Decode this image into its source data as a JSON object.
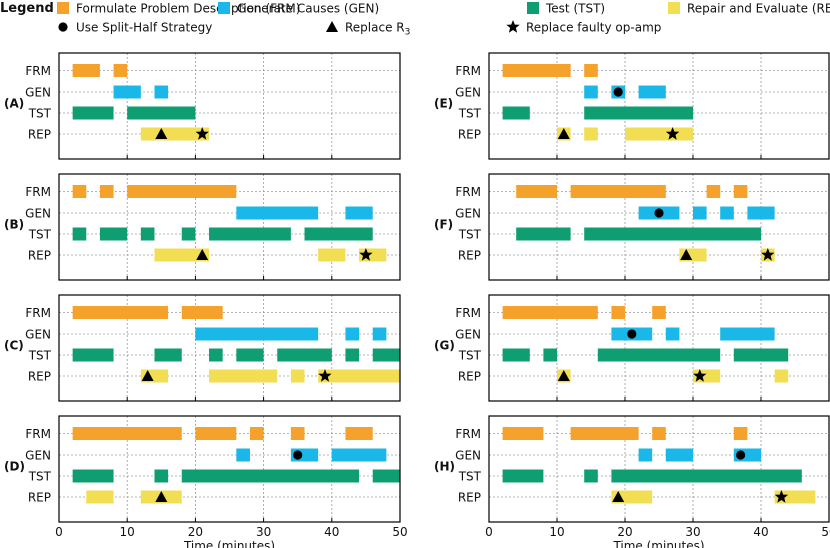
{
  "chart_data": {
    "type": "gantt",
    "xlabel": "Time (minutes)",
    "xlim": [
      0,
      50
    ],
    "xticks": [
      0,
      10,
      20,
      30,
      40,
      50
    ],
    "rows": [
      "FRM",
      "GEN",
      "TST",
      "REP"
    ],
    "grid": true,
    "legend": {
      "title": "Legend",
      "placement": "top",
      "items": [
        {
          "key": "FRM",
          "label": "Formulate Problem Description (FRM)",
          "kind": "box",
          "color": "#f5a22c"
        },
        {
          "key": "GEN",
          "label": "Generate Causes (GEN)",
          "kind": "box",
          "color": "#1ab8e8"
        },
        {
          "key": "TST",
          "label": "Test (TST)",
          "kind": "box",
          "color": "#0f9e72"
        },
        {
          "key": "REP",
          "label": "Repair and Evaluate (REP)",
          "kind": "box",
          "color": "#f2de52"
        },
        {
          "key": "split",
          "label": "Use Split-Half Strategy",
          "kind": "circle",
          "color": "#000000"
        },
        {
          "key": "r3",
          "label": "Replace R",
          "sub": "3",
          "kind": "triangle",
          "color": "#000000"
        },
        {
          "key": "opamp",
          "label": "Replace faulty op-amp",
          "kind": "star",
          "color": "#000000"
        }
      ]
    },
    "panels": [
      {
        "label": "(A)",
        "bars": {
          "FRM": [
            [
              2,
              6
            ],
            [
              8,
              10
            ]
          ],
          "GEN": [
            [
              8,
              12
            ],
            [
              14,
              16
            ]
          ],
          "TST": [
            [
              2,
              8
            ],
            [
              10,
              20
            ]
          ],
          "REP": [
            [
              12,
              22
            ]
          ]
        },
        "markers": [
          {
            "type": "triangle",
            "row": "REP",
            "x": 15
          },
          {
            "type": "star",
            "row": "REP",
            "x": 21
          }
        ]
      },
      {
        "label": "(B)",
        "bars": {
          "FRM": [
            [
              2,
              4
            ],
            [
              6,
              8
            ],
            [
              10,
              26
            ]
          ],
          "GEN": [
            [
              26,
              38
            ],
            [
              42,
              46
            ]
          ],
          "TST": [
            [
              2,
              4
            ],
            [
              6,
              10
            ],
            [
              12,
              14
            ],
            [
              18,
              20
            ],
            [
              22,
              34
            ],
            [
              36,
              46
            ]
          ],
          "REP": [
            [
              14,
              22
            ],
            [
              38,
              42
            ],
            [
              44,
              48
            ]
          ]
        },
        "markers": [
          {
            "type": "triangle",
            "row": "REP",
            "x": 21
          },
          {
            "type": "star",
            "row": "REP",
            "x": 45
          }
        ]
      },
      {
        "label": "(C)",
        "bars": {
          "FRM": [
            [
              2,
              16
            ],
            [
              18,
              24
            ]
          ],
          "GEN": [
            [
              20,
              38
            ],
            [
              42,
              44
            ],
            [
              46,
              48
            ]
          ],
          "TST": [
            [
              2,
              8
            ],
            [
              14,
              18
            ],
            [
              22,
              24
            ],
            [
              26,
              30
            ],
            [
              32,
              40
            ],
            [
              42,
              44
            ],
            [
              46,
              50
            ]
          ],
          "REP": [
            [
              12,
              16
            ],
            [
              22,
              32
            ],
            [
              34,
              36
            ],
            [
              38,
              50
            ]
          ]
        },
        "markers": [
          {
            "type": "triangle",
            "row": "REP",
            "x": 13
          },
          {
            "type": "star",
            "row": "REP",
            "x": 39
          }
        ]
      },
      {
        "label": "(D)",
        "bars": {
          "FRM": [
            [
              2,
              18
            ],
            [
              20,
              26
            ],
            [
              28,
              30
            ],
            [
              34,
              36
            ],
            [
              42,
              46
            ]
          ],
          "GEN": [
            [
              26,
              28
            ],
            [
              34,
              38
            ],
            [
              40,
              48
            ]
          ],
          "TST": [
            [
              2,
              8
            ],
            [
              14,
              16
            ],
            [
              18,
              44
            ],
            [
              46,
              50
            ]
          ],
          "REP": [
            [
              4,
              8
            ],
            [
              12,
              18
            ]
          ]
        },
        "markers": [
          {
            "type": "circle",
            "row": "GEN",
            "x": 35
          },
          {
            "type": "triangle",
            "row": "REP",
            "x": 15
          }
        ]
      },
      {
        "label": "(E)",
        "bars": {
          "FRM": [
            [
              2,
              12
            ],
            [
              14,
              16
            ]
          ],
          "GEN": [
            [
              14,
              16
            ],
            [
              18,
              20
            ],
            [
              22,
              26
            ]
          ],
          "TST": [
            [
              2,
              6
            ],
            [
              14,
              30
            ]
          ],
          "REP": [
            [
              10,
              12
            ],
            [
              14,
              16
            ],
            [
              20,
              30
            ]
          ]
        },
        "markers": [
          {
            "type": "circle",
            "row": "GEN",
            "x": 19
          },
          {
            "type": "triangle",
            "row": "REP",
            "x": 11
          },
          {
            "type": "star",
            "row": "REP",
            "x": 27
          }
        ]
      },
      {
        "label": "(F)",
        "bars": {
          "FRM": [
            [
              4,
              10
            ],
            [
              12,
              26
            ],
            [
              32,
              34
            ],
            [
              36,
              38
            ]
          ],
          "GEN": [
            [
              22,
              28
            ],
            [
              30,
              32
            ],
            [
              34,
              36
            ],
            [
              38,
              42
            ]
          ],
          "TST": [
            [
              4,
              12
            ],
            [
              14,
              40
            ]
          ],
          "REP": [
            [
              28,
              32
            ],
            [
              40,
              42
            ]
          ]
        },
        "markers": [
          {
            "type": "circle",
            "row": "GEN",
            "x": 25
          },
          {
            "type": "triangle",
            "row": "REP",
            "x": 29
          },
          {
            "type": "star",
            "row": "REP",
            "x": 41
          }
        ]
      },
      {
        "label": "(G)",
        "bars": {
          "FRM": [
            [
              2,
              16
            ],
            [
              18,
              20
            ],
            [
              24,
              26
            ]
          ],
          "GEN": [
            [
              18,
              24
            ],
            [
              26,
              28
            ],
            [
              34,
              42
            ]
          ],
          "TST": [
            [
              2,
              6
            ],
            [
              8,
              10
            ],
            [
              16,
              34
            ],
            [
              36,
              44
            ]
          ],
          "REP": [
            [
              10,
              12
            ],
            [
              30,
              34
            ],
            [
              42,
              44
            ]
          ]
        },
        "markers": [
          {
            "type": "circle",
            "row": "GEN",
            "x": 21
          },
          {
            "type": "triangle",
            "row": "REP",
            "x": 11
          },
          {
            "type": "star",
            "row": "REP",
            "x": 31
          }
        ]
      },
      {
        "label": "(H)",
        "bars": {
          "FRM": [
            [
              2,
              8
            ],
            [
              12,
              22
            ],
            [
              24,
              26
            ],
            [
              36,
              38
            ]
          ],
          "GEN": [
            [
              22,
              24
            ],
            [
              26,
              30
            ],
            [
              36,
              40
            ]
          ],
          "TST": [
            [
              2,
              8
            ],
            [
              14,
              16
            ],
            [
              18,
              46
            ]
          ],
          "REP": [
            [
              18,
              24
            ],
            [
              42,
              48
            ]
          ]
        },
        "markers": [
          {
            "type": "circle",
            "row": "GEN",
            "x": 37
          },
          {
            "type": "triangle",
            "row": "REP",
            "x": 19
          },
          {
            "type": "star",
            "row": "REP",
            "x": 43
          }
        ]
      }
    ]
  }
}
